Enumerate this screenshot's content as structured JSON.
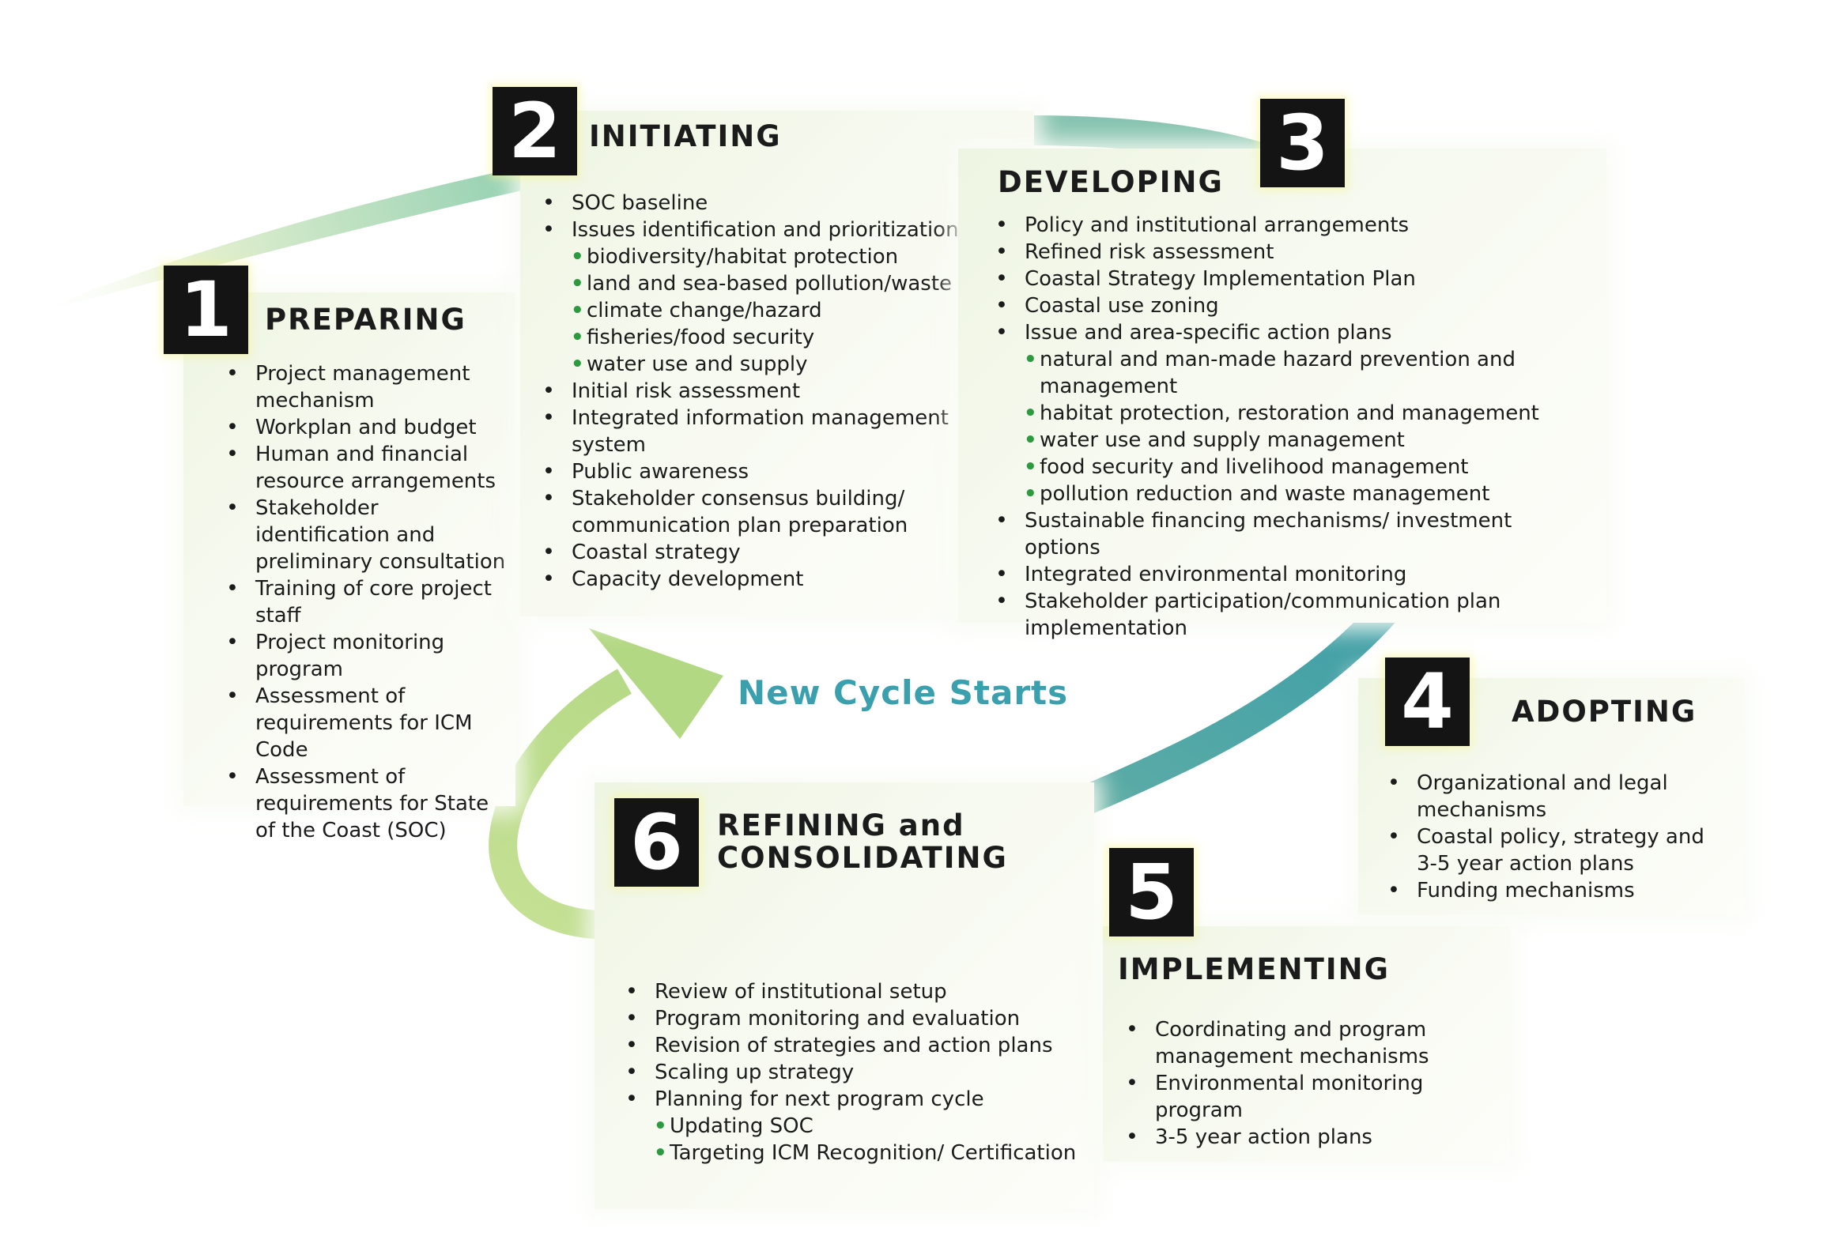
{
  "new_cycle_label": "New Cycle Starts",
  "colors": {
    "arrow_green_light": "#cfe5a6",
    "arrow_green": "#9ccf86",
    "arrow_teal": "#3f9fa8",
    "badge": "#141414",
    "sub_bullet": "#2c9a3f",
    "cycle_text": "#3aa0ad"
  },
  "stages": [
    {
      "number": "1",
      "title": "PREPARING",
      "items": [
        {
          "text": "Project management mechanism",
          "sub": false
        },
        {
          "text": "Workplan and budget",
          "sub": false
        },
        {
          "text": "Human and financial resource arrangements",
          "sub": false
        },
        {
          "text": "Stakeholder identification and preliminary consultation",
          "sub": false
        },
        {
          "text": "Training of core project staff",
          "sub": false
        },
        {
          "text": "Project monitoring program",
          "sub": false
        },
        {
          "text": "Assessment of requirements for ICM Code",
          "sub": false
        },
        {
          "text": "Assessment of requirements for State of the Coast (SOC)",
          "sub": false
        }
      ]
    },
    {
      "number": "2",
      "title": "INITIATING",
      "items": [
        {
          "text": "SOC baseline",
          "sub": false
        },
        {
          "text": "Issues identification and prioritization",
          "sub": false
        },
        {
          "text": "biodiversity/habitat protection",
          "sub": true
        },
        {
          "text": "land and sea-based pollution/waste",
          "sub": true
        },
        {
          "text": "climate change/hazard",
          "sub": true
        },
        {
          "text": "fisheries/food security",
          "sub": true
        },
        {
          "text": "water use and supply",
          "sub": true
        },
        {
          "text": "Initial risk assessment",
          "sub": false
        },
        {
          "text": "Integrated information management system",
          "sub": false
        },
        {
          "text": "Public awareness",
          "sub": false
        },
        {
          "text": "Stakeholder consensus building/ communication plan preparation",
          "sub": false
        },
        {
          "text": "Coastal strategy",
          "sub": false
        },
        {
          "text": "Capacity development",
          "sub": false
        }
      ]
    },
    {
      "number": "3",
      "title": "DEVELOPING",
      "items": [
        {
          "text": "Policy and institutional arrangements",
          "sub": false
        },
        {
          "text": "Refined risk assessment",
          "sub": false
        },
        {
          "text": "Coastal Strategy Implementation Plan",
          "sub": false
        },
        {
          "text": "Coastal use zoning",
          "sub": false
        },
        {
          "text": "Issue and area-specific action plans",
          "sub": false
        },
        {
          "text": "natural and man-made hazard prevention and management",
          "sub": true
        },
        {
          "text": "habitat protection, restoration and management",
          "sub": true
        },
        {
          "text": "water use and supply management",
          "sub": true
        },
        {
          "text": "food security and livelihood management",
          "sub": true
        },
        {
          "text": "pollution reduction and waste management",
          "sub": true
        },
        {
          "text": "Sustainable financing mechanisms/ investment options",
          "sub": false
        },
        {
          "text": "Integrated environmental monitoring",
          "sub": false
        },
        {
          "text": "Stakeholder participation/communication plan implementation",
          "sub": false
        }
      ]
    },
    {
      "number": "4",
      "title": "ADOPTING",
      "items": [
        {
          "text": "Organizational and legal mechanisms",
          "sub": false
        },
        {
          "text": "Coastal policy, strategy and 3-5 year action plans",
          "sub": false
        },
        {
          "text": "Funding mechanisms",
          "sub": false
        }
      ]
    },
    {
      "number": "5",
      "title": "IMPLEMENTING",
      "items": [
        {
          "text": "Coordinating and program management mechanisms",
          "sub": false
        },
        {
          "text": "Environmental monitoring program",
          "sub": false
        },
        {
          "text": "3-5 year action plans",
          "sub": false
        }
      ]
    },
    {
      "number": "6",
      "title": "REFINING and CONSOLIDATING",
      "items": [
        {
          "text": "Review of institutional setup",
          "sub": false
        },
        {
          "text": "Program monitoring and evaluation",
          "sub": false
        },
        {
          "text": "Revision of strategies and action plans",
          "sub": false
        },
        {
          "text": "Scaling up strategy",
          "sub": false
        },
        {
          "text": "Planning for next program cycle",
          "sub": false
        },
        {
          "text": "Updating SOC",
          "sub": true
        },
        {
          "text": "Targeting ICM Recognition/ Certification",
          "sub": true
        }
      ]
    }
  ]
}
